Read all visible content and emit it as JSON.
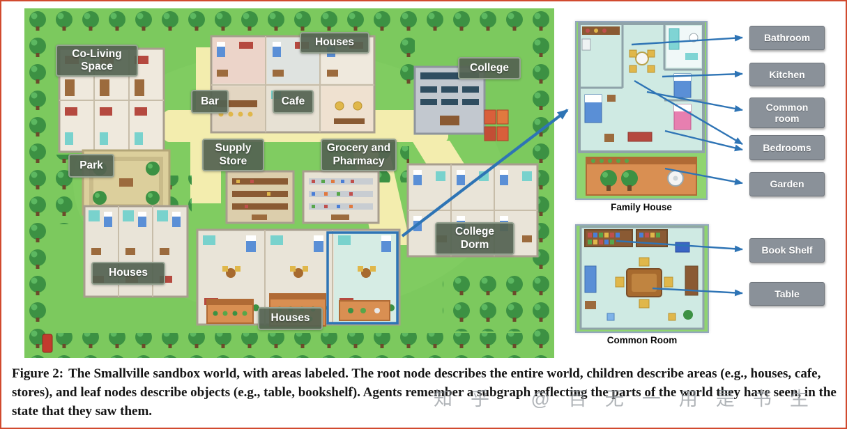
{
  "figure": {
    "map": {
      "labels": [
        {
          "name": "co-living-space",
          "text": "Co-Living\nSpace"
        },
        {
          "name": "houses-top",
          "text": "Houses"
        },
        {
          "name": "college",
          "text": "College"
        },
        {
          "name": "bar",
          "text": "Bar"
        },
        {
          "name": "cafe",
          "text": "Cafe"
        },
        {
          "name": "supply-store",
          "text": "Supply\nStore"
        },
        {
          "name": "grocery-and-pharmacy",
          "text": "Grocery and\nPharmacy"
        },
        {
          "name": "park",
          "text": "Park"
        },
        {
          "name": "college-dorm",
          "text": "College\nDorm"
        },
        {
          "name": "houses-left",
          "text": "Houses"
        },
        {
          "name": "houses-bottom",
          "text": "Houses"
        }
      ]
    },
    "insets": [
      {
        "title": "Family House",
        "labels": [
          "Bathroom",
          "Kitchen",
          "Common\nroom",
          "Bedrooms",
          "Garden"
        ]
      },
      {
        "title": "Common Room",
        "labels": [
          "Book Shelf",
          "Table"
        ]
      }
    ],
    "caption": {
      "prefix": "Figure 2:",
      "body": "The Smallville sandbox world, with areas labeled. The root node describes the entire world, children describe areas (e.g., houses, cafe, stores), and leaf nodes describe objects (e.g., table, bookshelf). Agents remember a subgraph reflecting the parts of the world they have seen, in the state that they saw them."
    },
    "watermark": "知乎 @百无一用是书生",
    "colors": {
      "arrow_blue": "#2e74b5",
      "map_label_bg": "#546352",
      "side_label_bg": "#8a9199",
      "grass_green": "#7cc95e",
      "path_yellow": "#f3edae",
      "border_red": "#d14a2e"
    }
  }
}
